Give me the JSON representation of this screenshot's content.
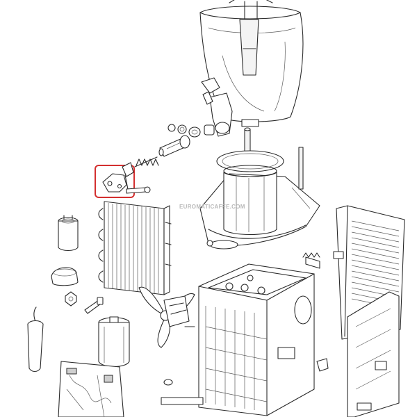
{
  "watermark": {
    "text": "EUROMATICAFFE.COM"
  },
  "highlight": {
    "color": "#d32f2f"
  },
  "diagram": {
    "parts": [
      "bowl",
      "faucet-valve",
      "seal-rings",
      "spring-tube",
      "spring",
      "highlighted-bracket",
      "pivot-pin",
      "drip-tray",
      "evaporator-cylinder",
      "auger-rod",
      "condenser",
      "capacitor",
      "cap",
      "nut",
      "bolt",
      "thermostat-probe",
      "fan-blade",
      "fan-motor",
      "compressor",
      "control-board",
      "main-frame",
      "rear-grille",
      "side-panel",
      "small-spring"
    ]
  }
}
